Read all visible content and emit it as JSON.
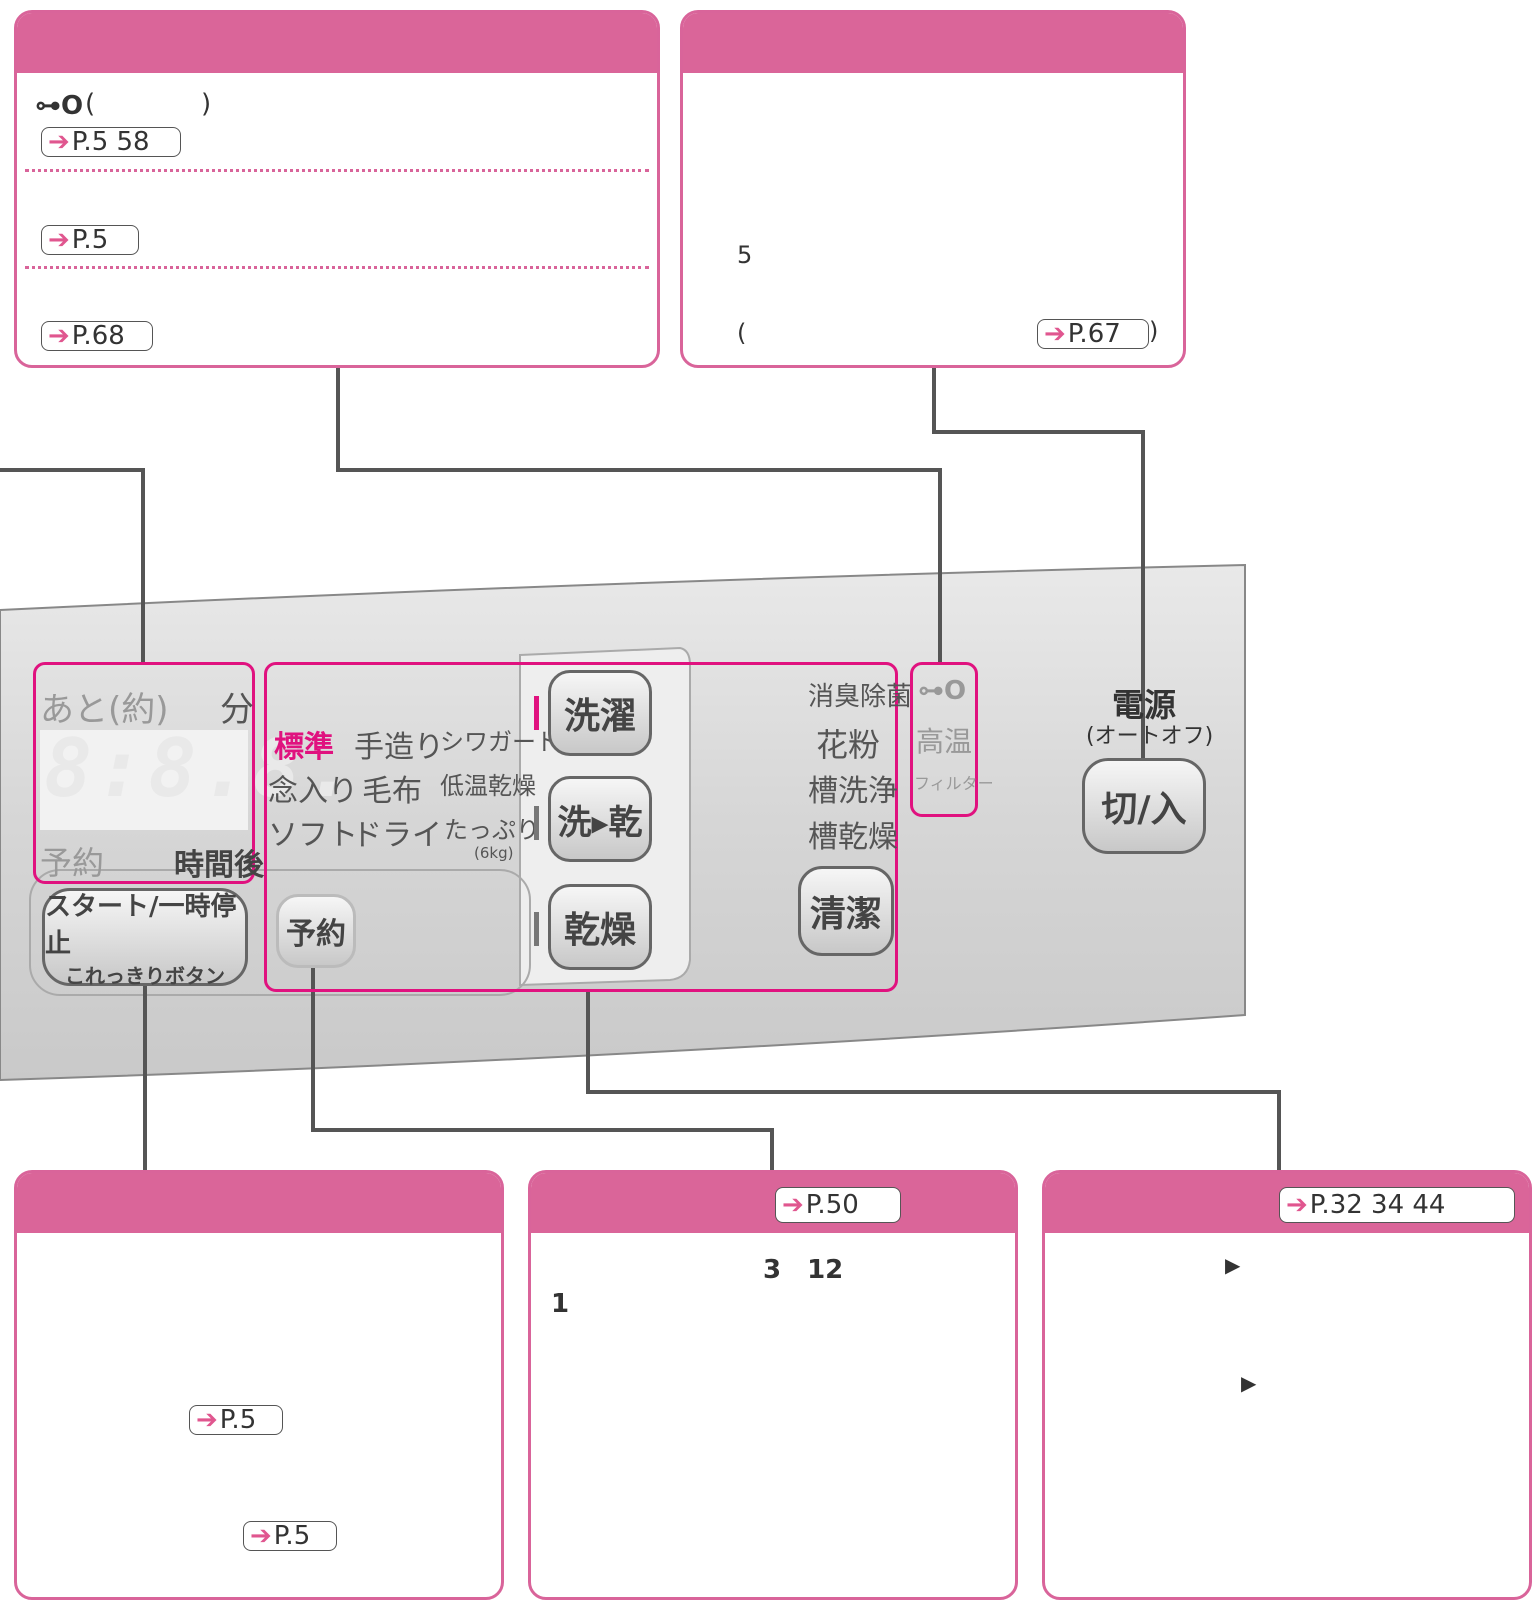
{
  "callouts": {
    "top_left": {
      "key_symbol": "⊶O",
      "paren_open": "(",
      "paren_close": ")",
      "refs": [
        "P.5 58",
        "P.5",
        "P.68"
      ]
    },
    "top_right": {
      "number": "5",
      "paren_open": "(",
      "ref": "P.67",
      "paren_close": ")"
    },
    "bottom_left": {
      "refs": [
        "P.5",
        "P.5"
      ]
    },
    "bottom_mid": {
      "ref": "P.50",
      "nums": "3　12",
      "num1": "1"
    },
    "bottom_right": {
      "ref": "P.32 34 44",
      "marker1": "▶",
      "marker2": "▶"
    }
  },
  "panel": {
    "display": {
      "ato": "あと(約)",
      "fun": "分",
      "digits": "8:8.8.",
      "yoyaku": "予約",
      "jikango": "時間後"
    },
    "courses": [
      [
        "標準",
        "手造り",
        "シワガード"
      ],
      [
        "念入り",
        "毛布",
        "低温乾燥"
      ],
      [
        "ソフト",
        "ドライ",
        "たっぷり"
      ]
    ],
    "course_note": "(6kg)",
    "mode_buttons": [
      "洗濯",
      "洗▸乾",
      "乾燥"
    ],
    "right_courses": [
      "消臭除菌",
      "花粉",
      "槽洗浄",
      "槽乾燥"
    ],
    "seiketsu": "清潔",
    "lock": {
      "icon": "⊶O",
      "koon": "高温",
      "filter": "フィルター"
    },
    "power": {
      "label": "電源",
      "sub": "(オートオフ)",
      "button": "切/入"
    },
    "start_button": {
      "line1": "スタート/一時停止",
      "line2": "これっきりボタン"
    },
    "yoyaku_button": "予約"
  },
  "colors": {
    "accent": "#da6599",
    "highlight": "#e0127f",
    "panel": "#dcdcdc"
  }
}
